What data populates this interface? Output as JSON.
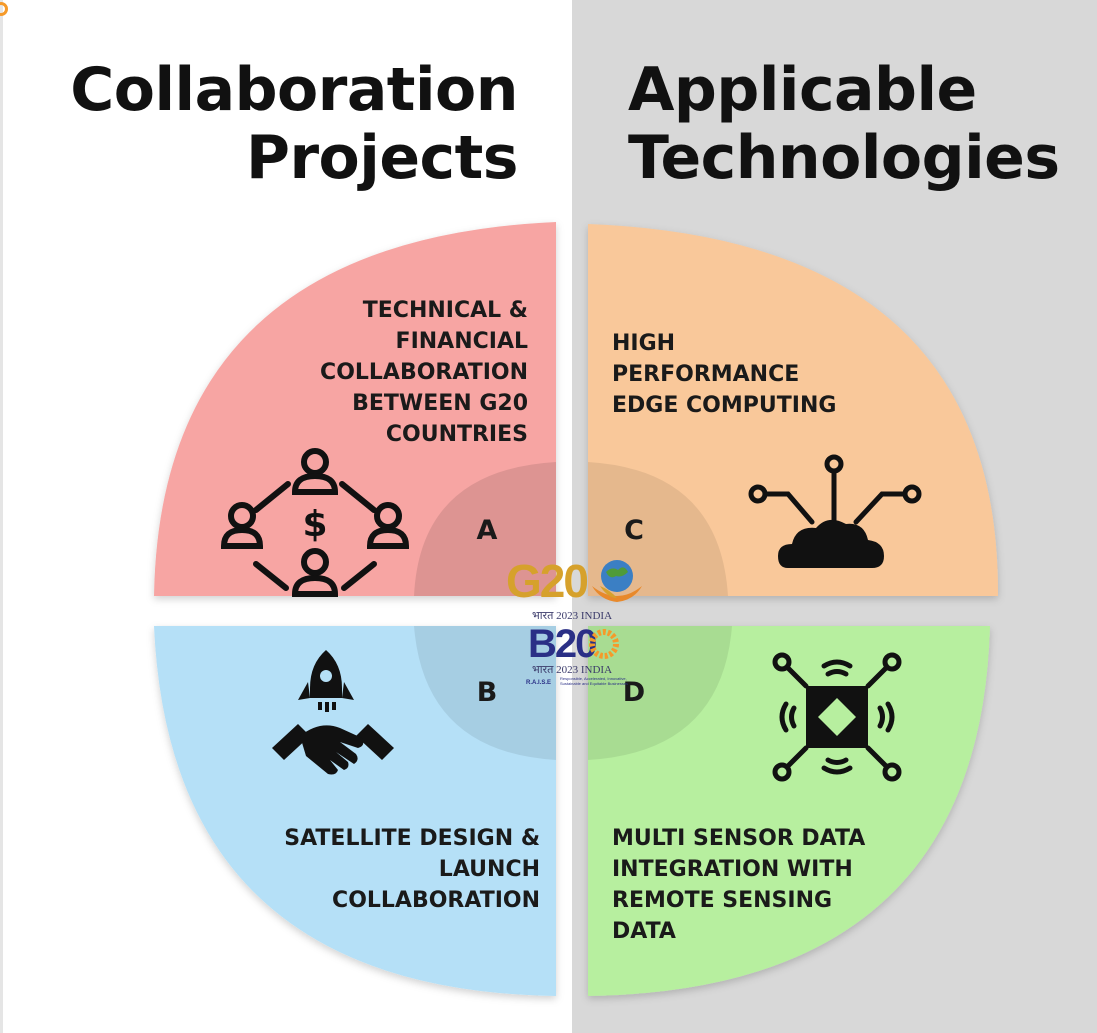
{
  "headings": {
    "left": "Collaboration Projects",
    "right": "Applicable Technologies"
  },
  "quadrants": {
    "a": {
      "letter": "A",
      "text": "TECHNICAL & FINANCIAL COLLABORATION BETWEEN G20 COUNTRIES",
      "color": "#f7a5a3",
      "icon": "people-money-network-icon"
    },
    "b": {
      "letter": "B",
      "text": "SATELLITE DESIGN & LAUNCH COLLABORATION",
      "color": "#b5e0f7",
      "icon": "rocket-handshake-icon"
    },
    "c": {
      "letter": "C",
      "text": "HIGH PERFORMANCE EDGE COMPUTING",
      "color": "#f9c89a",
      "icon": "cloud-network-icon"
    },
    "d": {
      "letter": "D",
      "text": "MULTI SENSOR DATA INTEGRATION WITH REMOTE SENSING DATA",
      "color": "#b7ef9f",
      "icon": "sensor-chip-icon"
    }
  },
  "logo": {
    "g20": "G20",
    "g20_sub": "भारत 2023 INDIA",
    "b20": "B20",
    "b20_sub": "भारत 2023 INDIA",
    "raise": "R.A.I.S.E",
    "raise_desc": "Responsible, Accelerated, Innovative, Sustainable and Equitable Businesses"
  },
  "colors": {
    "right_panel_bg": "#d8d8d8",
    "text": "#1a1a1a"
  }
}
